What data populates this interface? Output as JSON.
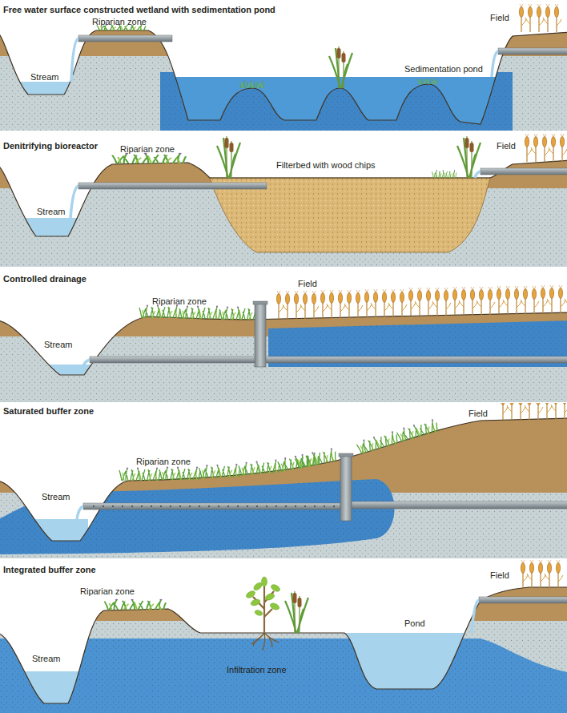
{
  "diagram": {
    "labels": [
      "Free water surface constructed wetland with sedimentation pond",
      "Field",
      "Riparian zone",
      "Stream",
      "Sedimentation pond",
      "Denitrifying bioreactor",
      "Riparian zone",
      "Field",
      "Filterbed with wood chips",
      "Stream",
      "Controlled drainage",
      "Field",
      "Riparian zone",
      "Stream",
      "Saturated buffer zone",
      "Field",
      "Riparian zone",
      "Stream",
      "Integrated buffer zone",
      "Field",
      "Riparian zone",
      "Pond",
      "Stream",
      "Infiltration zone"
    ]
  }
}
